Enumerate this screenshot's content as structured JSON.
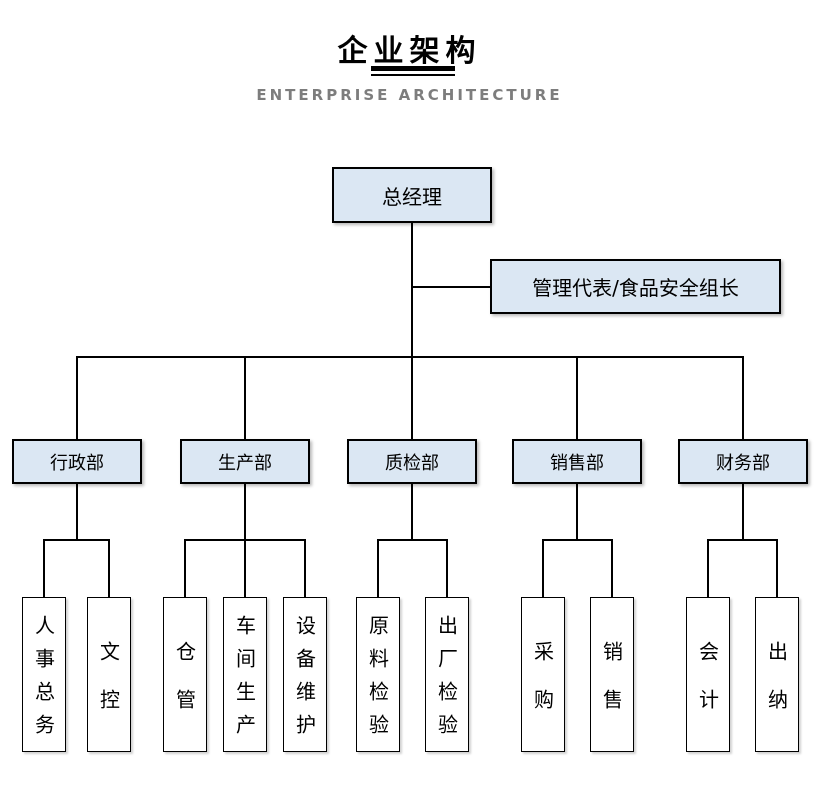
{
  "header": {
    "title": "企业架构",
    "subtitle": "ENTERPRISE ARCHITECTURE"
  },
  "chart": {
    "root": {
      "label": "总经理"
    },
    "staff": {
      "label": "管理代表/食品安全组长"
    },
    "departments": [
      {
        "label": "行政部",
        "children": [
          "人事总务",
          "文控"
        ]
      },
      {
        "label": "生产部",
        "children": [
          "仓管",
          "车间生产",
          "设备维护"
        ]
      },
      {
        "label": "质检部",
        "children": [
          "原料检验",
          "出厂检验"
        ]
      },
      {
        "label": "销售部",
        "children": [
          "采购",
          "销售"
        ]
      },
      {
        "label": "财务部",
        "children": [
          "会计",
          "出纳"
        ]
      }
    ],
    "colors": {
      "box_fill": "#dbe7f3",
      "leaf_fill": "#ffffff",
      "box_border": "#000000",
      "connector": "#000000",
      "title": "#000000",
      "subtitle": "#7d7d7d"
    }
  }
}
